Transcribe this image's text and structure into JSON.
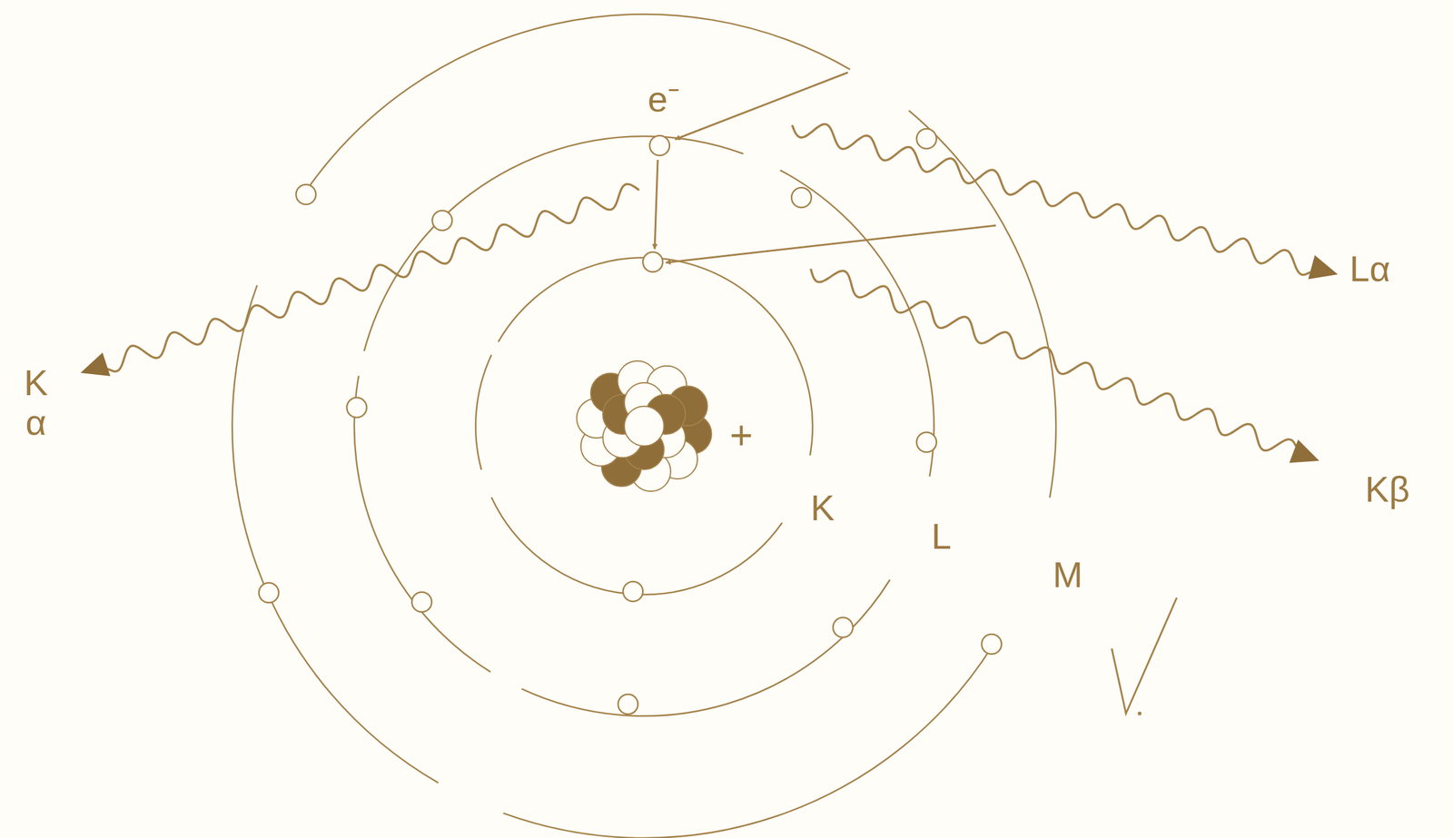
{
  "diagram": {
    "labels": [
      "e⁻",
      "+",
      "K",
      "L",
      "M",
      "Kα",
      "Lα",
      "Kβ"
    ]
  }
}
